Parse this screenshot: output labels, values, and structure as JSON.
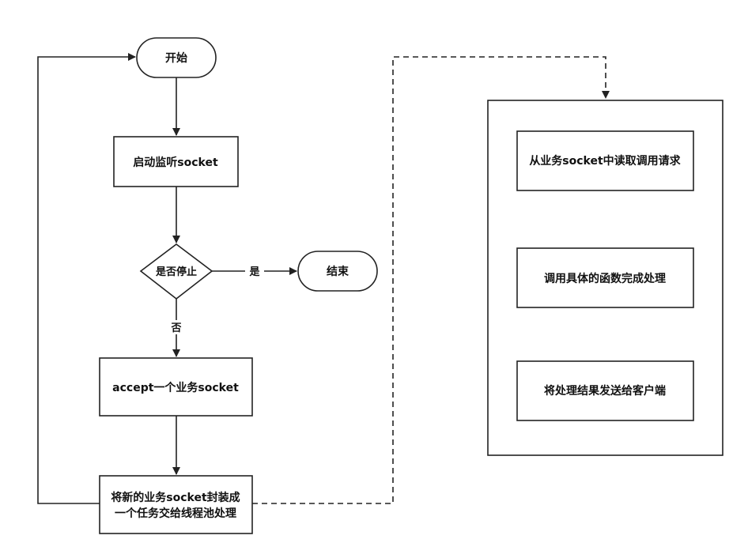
{
  "nodes": {
    "start": "开始",
    "listen": "启动监听socket",
    "decision": "是否停止",
    "end": "结束",
    "accept": "accept一个业务socket",
    "wrap_line1": "将新的业务socket封装成",
    "wrap_line2": "一个任务交给线程池处理",
    "read": "从业务socket中读取调用请求",
    "process": "调用具体的函数完成处理",
    "send": "将处理结果发送给客户端"
  },
  "edges": {
    "yes_label": "是",
    "no_label": "否"
  }
}
